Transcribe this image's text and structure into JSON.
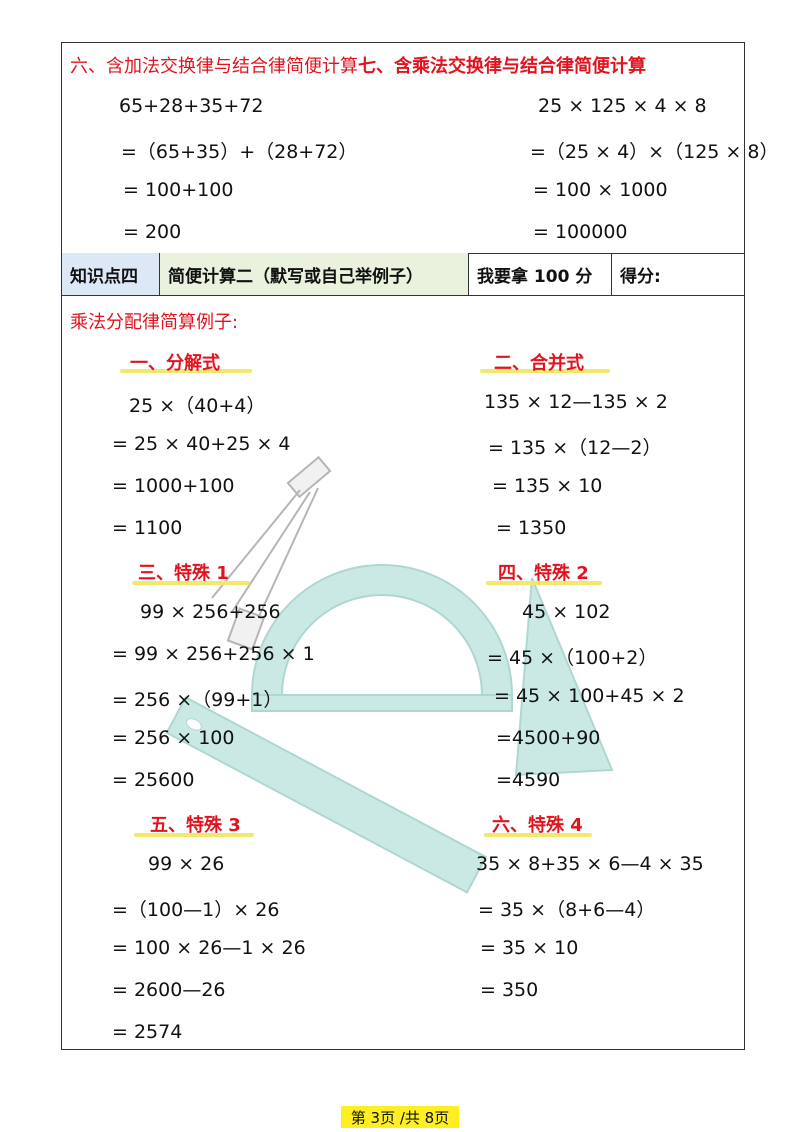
{
  "section6": {
    "title_part1": "六、含加法交换律与结合律简便计算",
    "title_part2": "七、含乘法交换律与结合律简便计算"
  },
  "left_calc": [
    "65+28+35+72",
    "=（65+35）+（28+72）",
    "= 100+100",
    "= 200"
  ],
  "right_calc": [
    "25 × 125 × 4 × 8",
    "=（25 × 4）×（125 × 8）",
    "= 100 × 1000",
    "= 100000"
  ],
  "header": {
    "c1": "知识点四",
    "c2": "简便计算二（默写或自己举例子）",
    "c3": "我要拿 100 分",
    "c4": "得分:"
  },
  "intro": "乘法分配律简算例子:",
  "examples": [
    {
      "title": "一、分解式",
      "lines": [
        "25 ×（40+4）",
        "= 25 × 40+25 × 4",
        "= 1000+100",
        "= 1100"
      ]
    },
    {
      "title": "二、合并式",
      "lines": [
        "135 × 12—135 × 2",
        "= 135 ×（12—2）",
        "= 135 × 10",
        "= 1350"
      ]
    },
    {
      "title": "三、特殊 1",
      "lines": [
        "99 × 256+256",
        "= 99 × 256+256 × 1",
        "= 256 ×（99+1）",
        "= 256 × 100",
        "= 25600"
      ]
    },
    {
      "title": "四、特殊 2",
      "lines": [
        "45 × 102",
        "= 45 ×（100+2）",
        "= 45 × 100+45 × 2",
        "=4500+90",
        "=4590"
      ]
    },
    {
      "title": "五、特殊 3",
      "lines": [
        "99 × 26",
        "=（100—1）× 26",
        "= 100 × 26—1 × 26",
        "= 2600—26",
        "= 2574"
      ]
    },
    {
      "title": "六、特殊 4",
      "lines": [
        "35 × 8+35 × 6—4 × 35",
        "= 35 ×（8+6—4）",
        "= 35 × 10",
        "= 350"
      ]
    }
  ],
  "footer": "第 3页 /共 8页",
  "colors": {
    "accent_red": "#e0141e",
    "highlight_yellow": "#f4e86b",
    "header_blue": "#dde8f6",
    "header_green": "#e9f2dc",
    "watermark_teal": "#9fd8cf"
  }
}
